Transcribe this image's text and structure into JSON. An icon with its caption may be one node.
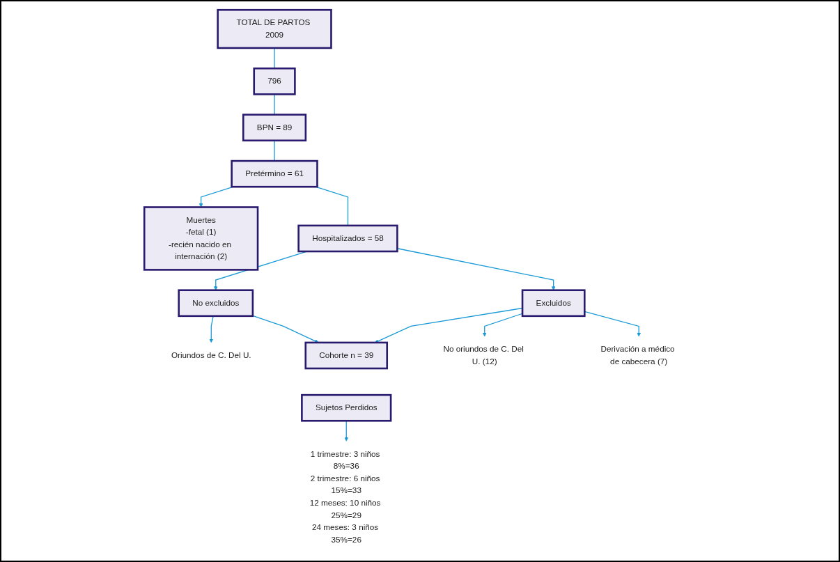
{
  "diagram": {
    "nodes": [
      {
        "text": [
          "TOTAL DE PARTOS 2009"
        ]
      },
      {
        "text": [
          "796"
        ]
      },
      {
        "text": [
          "BPN = 89"
        ]
      },
      {
        "text": [
          "Muertes",
          "-fetal (1)",
          "-recién nacido en internación (2)"
        ]
      },
      {
        "text": [
          "Pretérmino = 61"
        ]
      },
      {
        "text": [
          "No excluidos"
        ]
      },
      {
        "text": [
          "Hospitalizados = 58"
        ]
      },
      {
        "text": [
          "Excluidos"
        ]
      },
      {
        "text": [
          "Oriundos de C. Del U."
        ]
      },
      {
        "text": [
          "Cohorte n = 39"
        ]
      },
      {
        "text": [
          "No oriundos de C. Del U. (12)"
        ]
      },
      {
        "text": [
          "Sujetos Perdidos"
        ]
      },
      {
        "text": [
          "Derivación a médico de cabecera (7)"
        ]
      },
      {
        "text": [
          "1 trimestre: 3 niños 8%=36",
          "2 trimestre: 6 niños 15%=33",
          "12 meses: 10 niños 25%=29",
          "24 meses: 3 niños 35%=26"
        ]
      }
    ],
    "edges": [
      {
        "from": 0,
        "to": 1,
        "arrow": "none"
      },
      {
        "from": 1,
        "to": 2,
        "arrow": "none"
      },
      {
        "from": 2,
        "to": 4,
        "arrow": "none"
      },
      {
        "from": 4,
        "to": 3,
        "arrow": "to"
      },
      {
        "from": 4,
        "to": 6,
        "arrow": "none"
      },
      {
        "from": 6,
        "to": 5,
        "arrow": "to"
      },
      {
        "from": 6,
        "to": 7,
        "arrow": "to"
      },
      {
        "from": 5,
        "to": 8,
        "arrow": "to"
      },
      {
        "from": 5,
        "to": 9,
        "arrow": "to"
      },
      {
        "from": 7,
        "to": 9,
        "arrow": "to"
      },
      {
        "from": 7,
        "to": 10,
        "arrow": "to"
      },
      {
        "from": 7,
        "to": 12,
        "arrow": "to"
      },
      {
        "from": 11,
        "to": 13,
        "arrow": "to"
      }
    ]
  }
}
